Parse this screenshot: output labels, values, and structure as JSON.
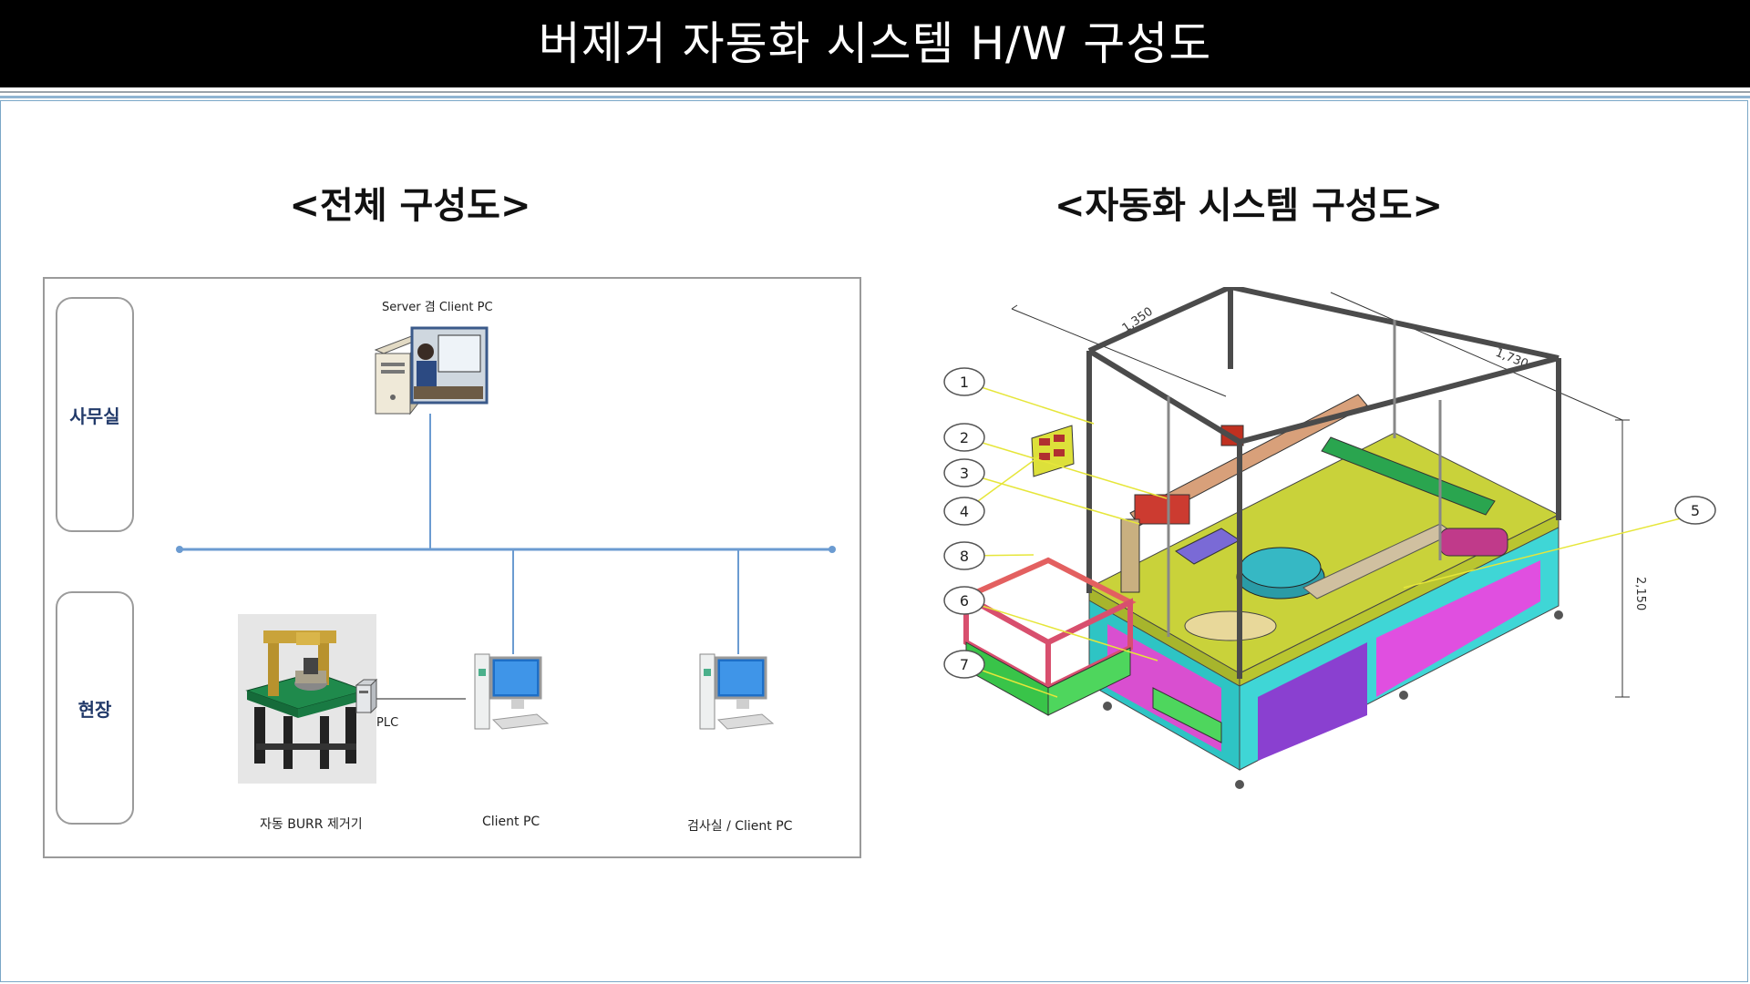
{
  "title": "버제거 자동화 시스템 H/W 구성도",
  "left_section": {
    "title": "<전체 구성도>",
    "zones": {
      "office": "사무실",
      "field": "현장"
    },
    "nodes": {
      "server": "Server 겸 Client PC",
      "burr_machine": "자동 BURR 제거기",
      "plc": "PLC",
      "client_pc": "Client PC",
      "inspection_pc": "검사실 / Client PC"
    }
  },
  "right_section": {
    "title": "<자동화 시스템 구성도>",
    "dimensions": {
      "width": "1,350",
      "depth": "1,730",
      "height": "2,150"
    },
    "callouts": [
      "1",
      "2",
      "3",
      "4",
      "8",
      "6",
      "7",
      "5"
    ]
  },
  "colors": {
    "title_bg": "#000000",
    "zone_text": "#223a6a",
    "network_line": "#6b9bd1"
  }
}
